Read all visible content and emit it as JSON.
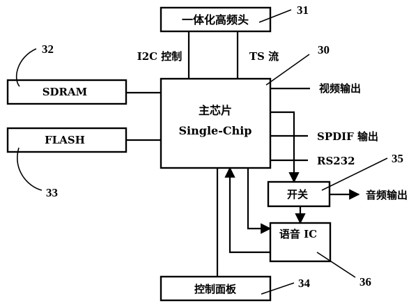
{
  "blocks": {
    "tuner": "一体化高频头",
    "main_chip_line1": "主芯片",
    "main_chip_line2": "Single-Chip",
    "sdram": "SDRAM",
    "flash": "FLASH",
    "switch": "开关",
    "voice_ic": "语音 IC",
    "control_panel": "控制面板"
  },
  "signals": {
    "i2c_control": "I2C 控制",
    "ts_stream": "TS 流",
    "video_out": "视频输出",
    "spdif_out": "SPDIF 输出",
    "rs232": "RS232",
    "audio_out": "音频输出"
  },
  "refs": {
    "r30": "30",
    "r31": "31",
    "r32": "32",
    "r33": "33",
    "r34": "34",
    "r35": "35",
    "r36": "36"
  }
}
